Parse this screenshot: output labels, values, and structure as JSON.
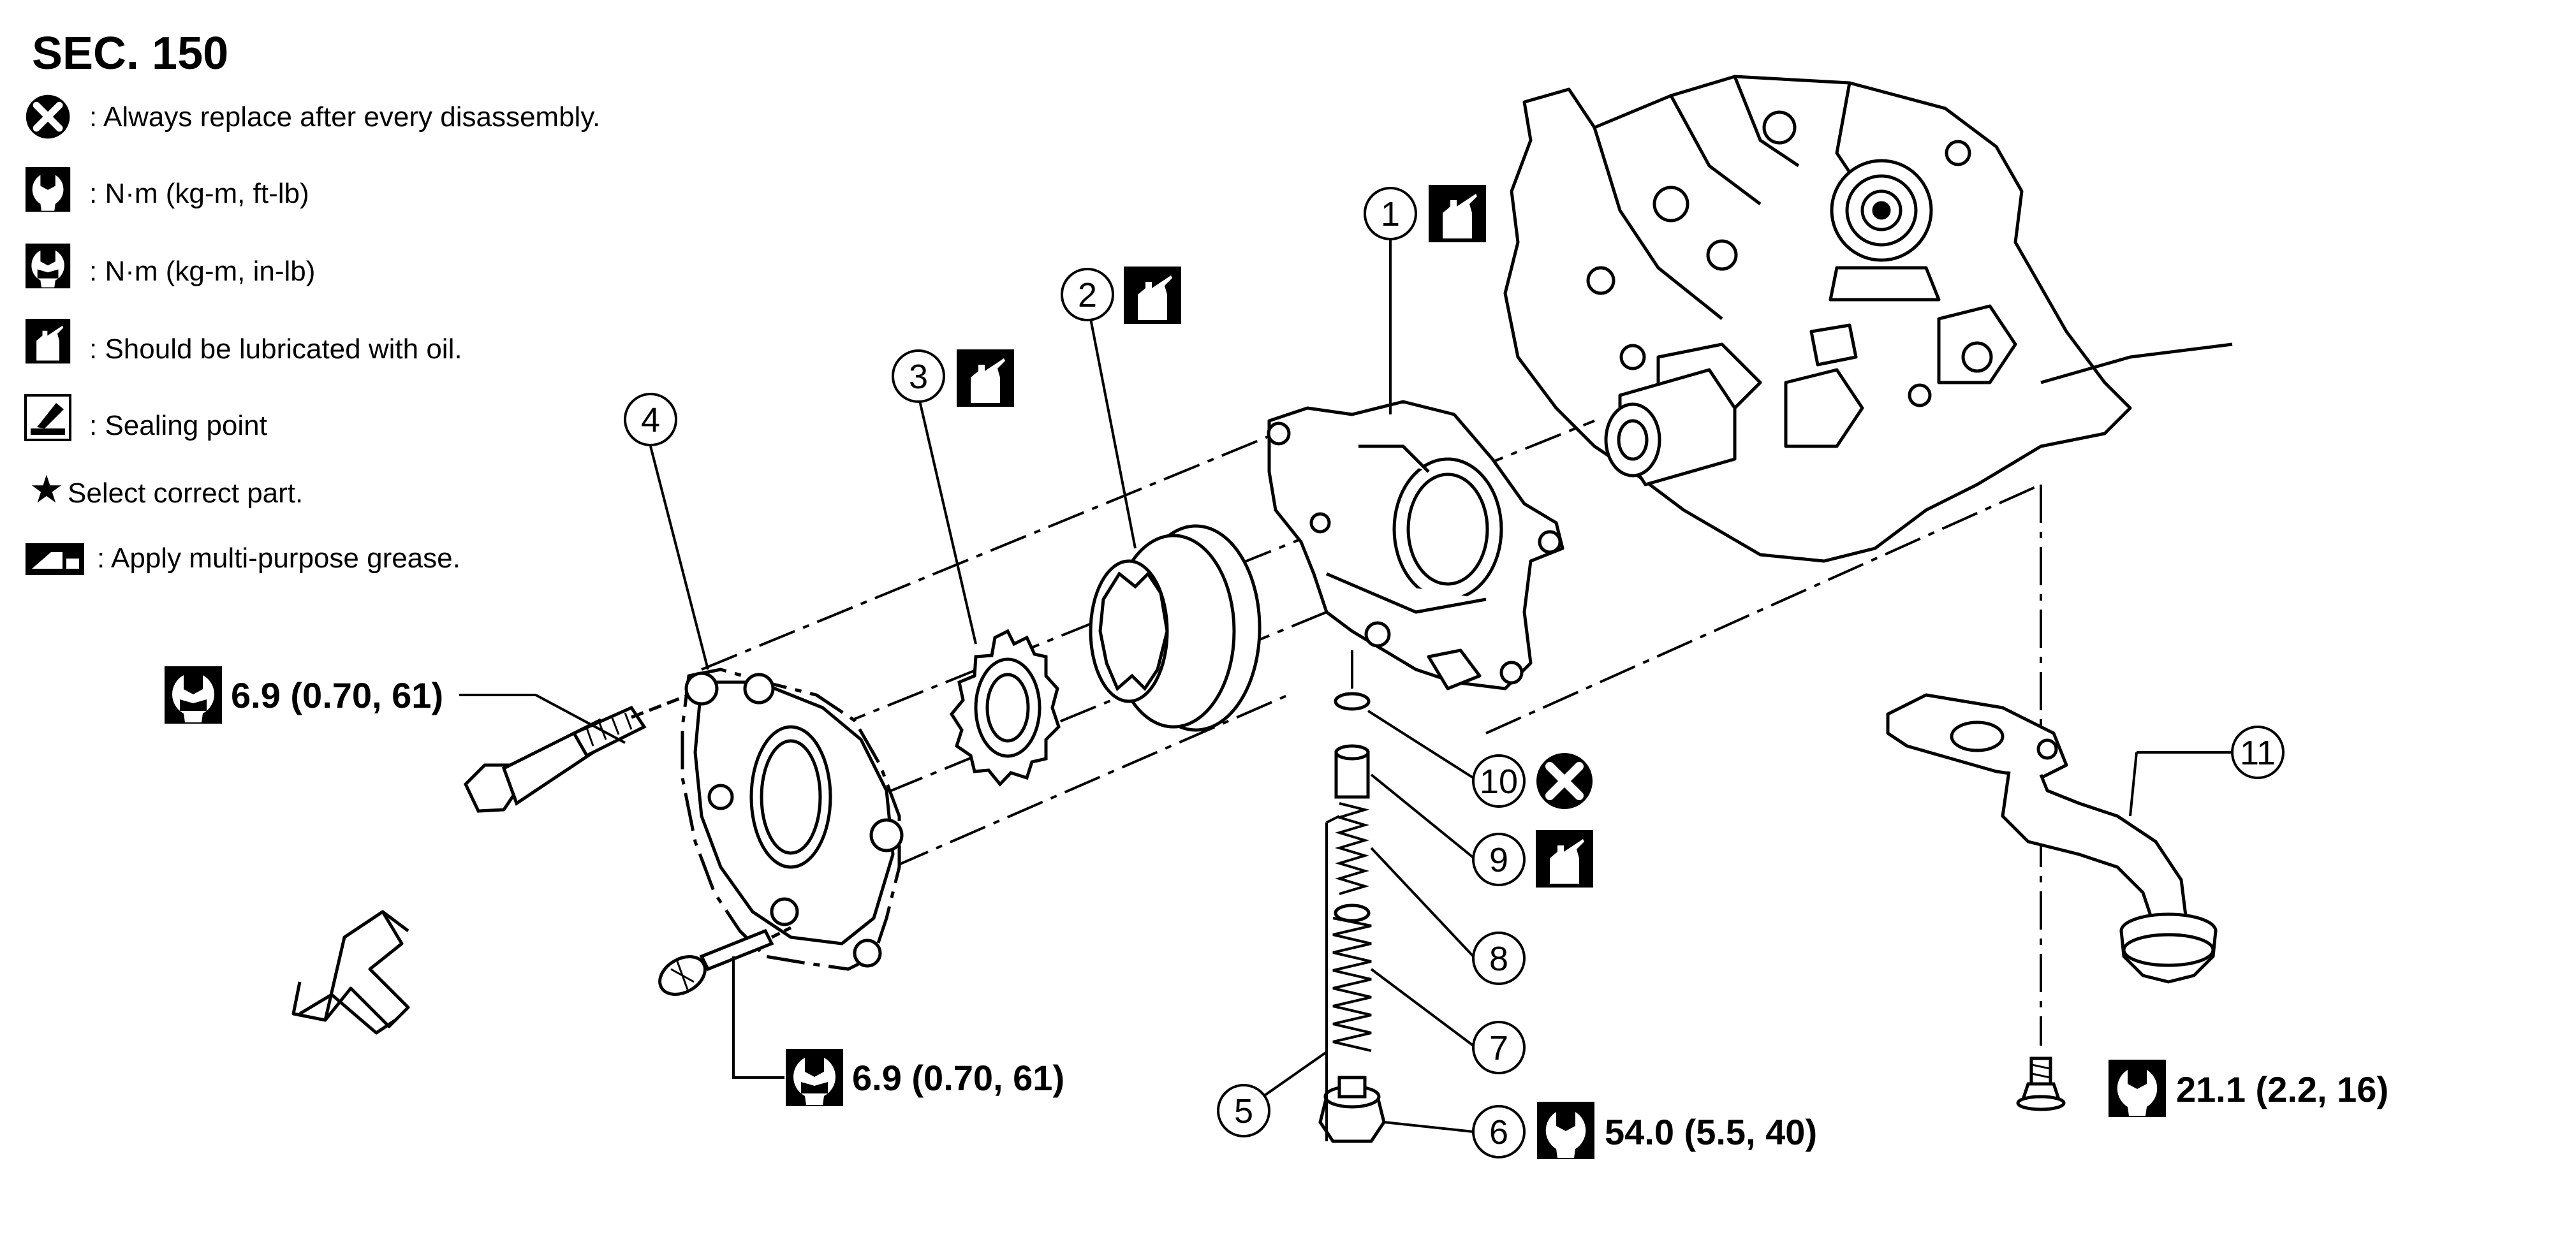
{
  "section": "SEC. 150",
  "legend": [
    {
      "icon": "replace-icon",
      "text": ": Always replace after every disassembly."
    },
    {
      "icon": "torque-ftlb-icon",
      "text": ": N·m (kg-m, ft-lb)"
    },
    {
      "icon": "torque-inlb-icon",
      "text": ": N·m (kg-m, in-lb)"
    },
    {
      "icon": "oil-can-icon",
      "text": ": Should be lubricated with oil."
    },
    {
      "icon": "sealing-icon",
      "text": ": Sealing point"
    },
    {
      "icon": "star-icon",
      "text": "Select correct part."
    },
    {
      "icon": "grease-icon",
      "text": ": Apply multi-purpose grease."
    }
  ],
  "callouts": [
    "1",
    "2",
    "3",
    "4",
    "5",
    "6",
    "7",
    "8",
    "9",
    "10",
    "11"
  ],
  "torques": {
    "bolt": "6.9 (0.70, 61)",
    "screw": "6.9 (0.70, 61)",
    "plug": "54.0 (5.5, 40)",
    "strainer": "21.1 (2.2, 16)"
  }
}
